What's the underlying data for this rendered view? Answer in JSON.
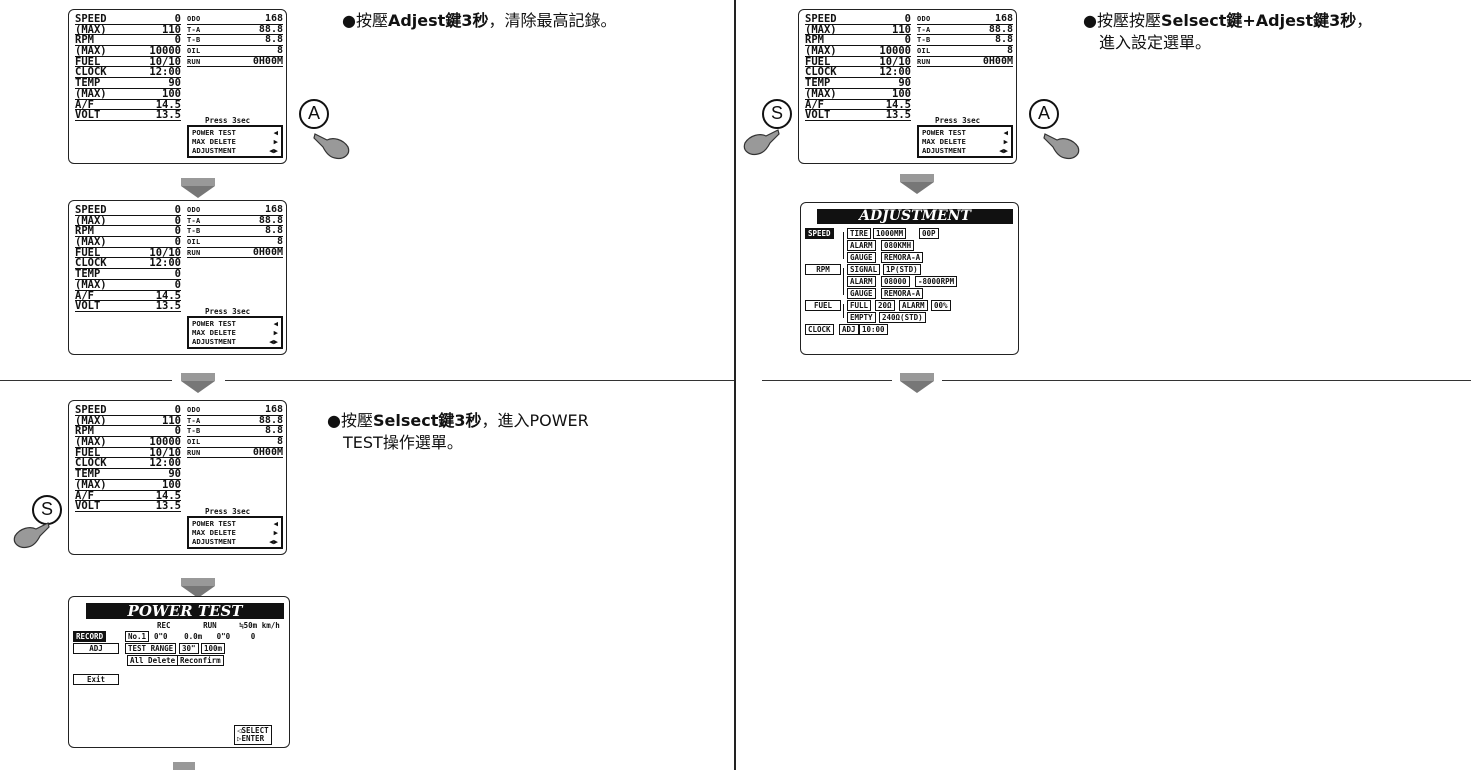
{
  "gauge": {
    "left_labels": [
      "SPEED",
      "(MAX)",
      "RPM",
      "(MAX)",
      "FUEL",
      "CLOCK",
      "TEMP",
      "(MAX)",
      "A/F",
      "VOLT"
    ],
    "right_labels": [
      "ODO",
      "T-A",
      "T-B",
      "OIL",
      "RUN"
    ],
    "values_initial": [
      "0",
      "110",
      "0",
      "10000",
      "10/10",
      "12:00",
      "90",
      "100",
      "14.5",
      "13.5"
    ],
    "values_cleared": [
      "0",
      "0",
      "0",
      "0",
      "10/10",
      "12:00",
      "0",
      "0",
      "14.5",
      "13.5"
    ],
    "right_values": [
      "168",
      "88.8",
      "8.8",
      "8",
      "0H00M"
    ],
    "press_header": "Press 3sec",
    "menu": [
      "POWER TEST",
      "MAX DELETE",
      "ADJUSTMENT"
    ]
  },
  "buttons": {
    "a": "A",
    "s": "S"
  },
  "notes": {
    "adjust_prefix": "●按壓",
    "adjust_key": "Adjest鍵3秒",
    "adjust_suffix": "，清除最高記錄。",
    "select_prefix": "●按壓",
    "select_key": "Selsect鍵3秒",
    "select_suffix": "，進入POWER",
    "select_line2": "TEST操作選單。",
    "setup_prefix": "●按壓按壓",
    "setup_key": "Selsect鍵+Adjest鍵3秒",
    "setup_suffix": "，",
    "setup_line2": "進入設定選單。"
  },
  "power_test": {
    "title": "POWER TEST",
    "col_rec": "REC",
    "col_run": "RUN",
    "col_dist": "≒50m km/h",
    "record": "RECORD",
    "no1": "No.1",
    "rec_time": "0\"0",
    "run_dist": "0.0m",
    "run_time": "0\"0",
    "speed": "0",
    "adj": "ADJ",
    "test_range": "TEST RANGE",
    "range_time": "30\"",
    "range_dist": "100m",
    "all_delete": "All Delete",
    "reconfirm": "Reconfirm",
    "exit": "Exit",
    "select": "◁SELECT",
    "enter": "▷ENTER"
  },
  "adjustment": {
    "title": "ADJUSTMENT",
    "speed": "SPEED",
    "tire": "TIRE",
    "tire_val": "1000MM",
    "tire_p": "00P",
    "alarm": "ALARM",
    "alarm_speed": "080KMH",
    "gauge": "GAUGE",
    "gauge_val": "REMORA-A",
    "rpm": "RPM",
    "signal": "SIGNAL",
    "signal_val": "1P(STD)",
    "alarm_rpm": "08000",
    "alarm_rpm2": "-8000RPM",
    "fuel": "FUEL",
    "full": "FULL",
    "full_val": "20Ω",
    "fuel_alarm": "ALARM",
    "fuel_alarm_val": "00%",
    "empty": "EMPTY",
    "empty_val": "240Ω(STD)",
    "clock": "CLOCK",
    "adj": "ADJ",
    "clock_val": "10:00"
  }
}
